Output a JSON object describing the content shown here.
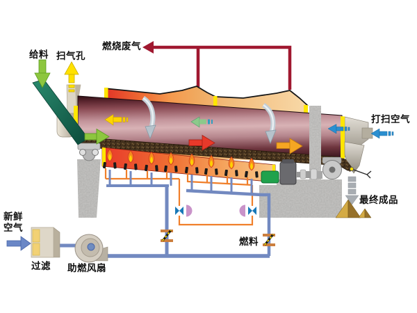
{
  "diagram": {
    "type": "process-flow-diagram",
    "subject": "rotary drum dryer / kiln with burner train and air-fuel piping",
    "labels": {
      "feed": "给料",
      "sweep_port": "扫气孔",
      "combustion_exhaust": "燃烧废气",
      "purge_air": "打扫空气",
      "final_product": "最终成品",
      "fresh_air_line1": "新鲜",
      "fresh_air_line2": "空气",
      "filter": "过滤",
      "combustion_fan": "助燃风扇",
      "fuel": "燃料"
    },
    "components": {
      "burner_count": 8,
      "fuel_valve_count": 2,
      "air_damper_count": 2,
      "product_pile_count": 2,
      "rotation_arrow_count": 2
    },
    "colors": {
      "exhaust_pipe": "#a01830",
      "air_pipe": "#7289c0",
      "fuel_pipe": "#f07f2a",
      "shell_hot": "#e23327",
      "shell_warm": "#f8d9a8",
      "drum_body": "#c998a0",
      "flame_outer": "#f6871f",
      "flame_inner": "#ffd200",
      "highlight_yellow": "#ffe600",
      "feed_chute": "#0f6b55",
      "material_brown": "#43311d",
      "product_gold": "#d4ab45",
      "valve_pink": "#c993c9",
      "valve_blue": "#1878b8"
    }
  }
}
